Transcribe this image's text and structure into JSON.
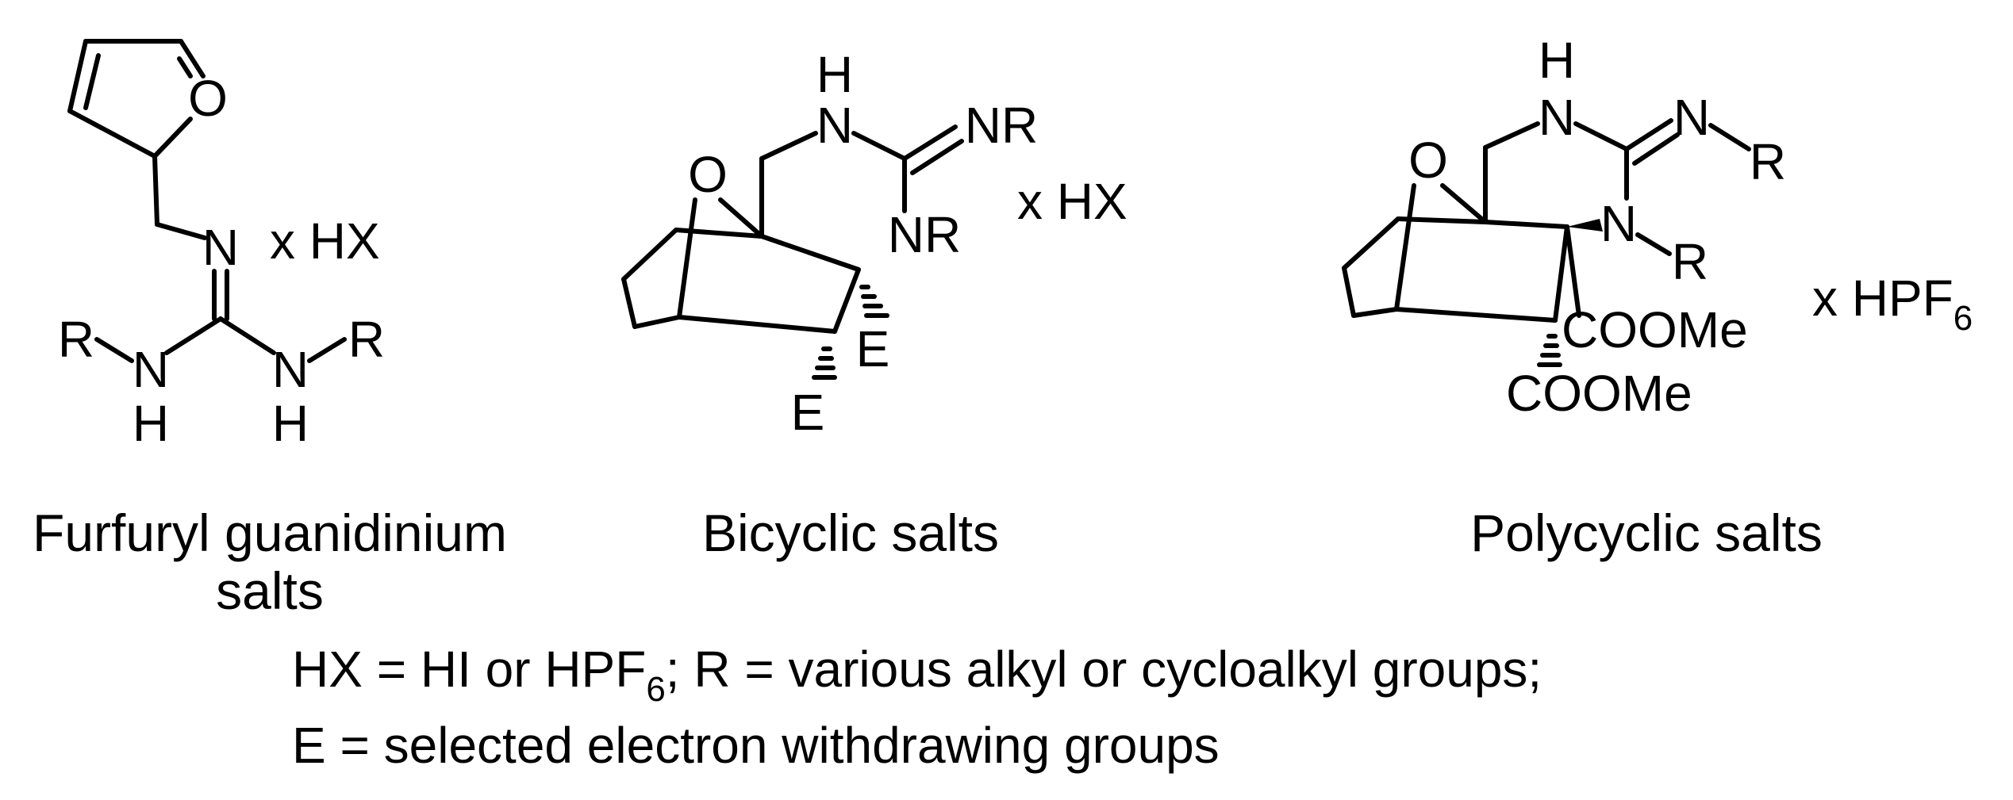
{
  "structures": {
    "furfuryl": {
      "ring_o": "O",
      "imine_n": "N",
      "counterion": "x HX",
      "r_left": "R",
      "r_right": "R",
      "nh_left_n": "N",
      "nh_left_h": "H",
      "nh_right_n": "N",
      "nh_right_h": "H",
      "caption_line1": "Furfuryl guanidinium",
      "caption_line2": "salts"
    },
    "bicyclic": {
      "top_h": "H",
      "top_n": "N",
      "bridge_o": "O",
      "nr_top": "NR",
      "nr_bottom": "NR",
      "counterion": "x HX",
      "e_upper": "E",
      "e_lower": "E",
      "caption": "Bicyclic salts"
    },
    "polycyclic": {
      "top_h": "H",
      "top_n": "N",
      "bridge_o": "O",
      "imine_n": "N",
      "r_top": "R",
      "ring_n": "N",
      "r_ring": "R",
      "ester_upper": "COOMe",
      "ester_lower": "COOMe",
      "counterion_base": "x HPF",
      "counterion_sub": "6",
      "caption": "Polycyclic salts"
    }
  },
  "legend": {
    "line1_part1": "HX = HI or HPF",
    "line1_sub": "6",
    "line1_part2": "; R = various alkyl or cycloalkyl groups;",
    "line2": "E = selected electron withdrawing groups"
  }
}
